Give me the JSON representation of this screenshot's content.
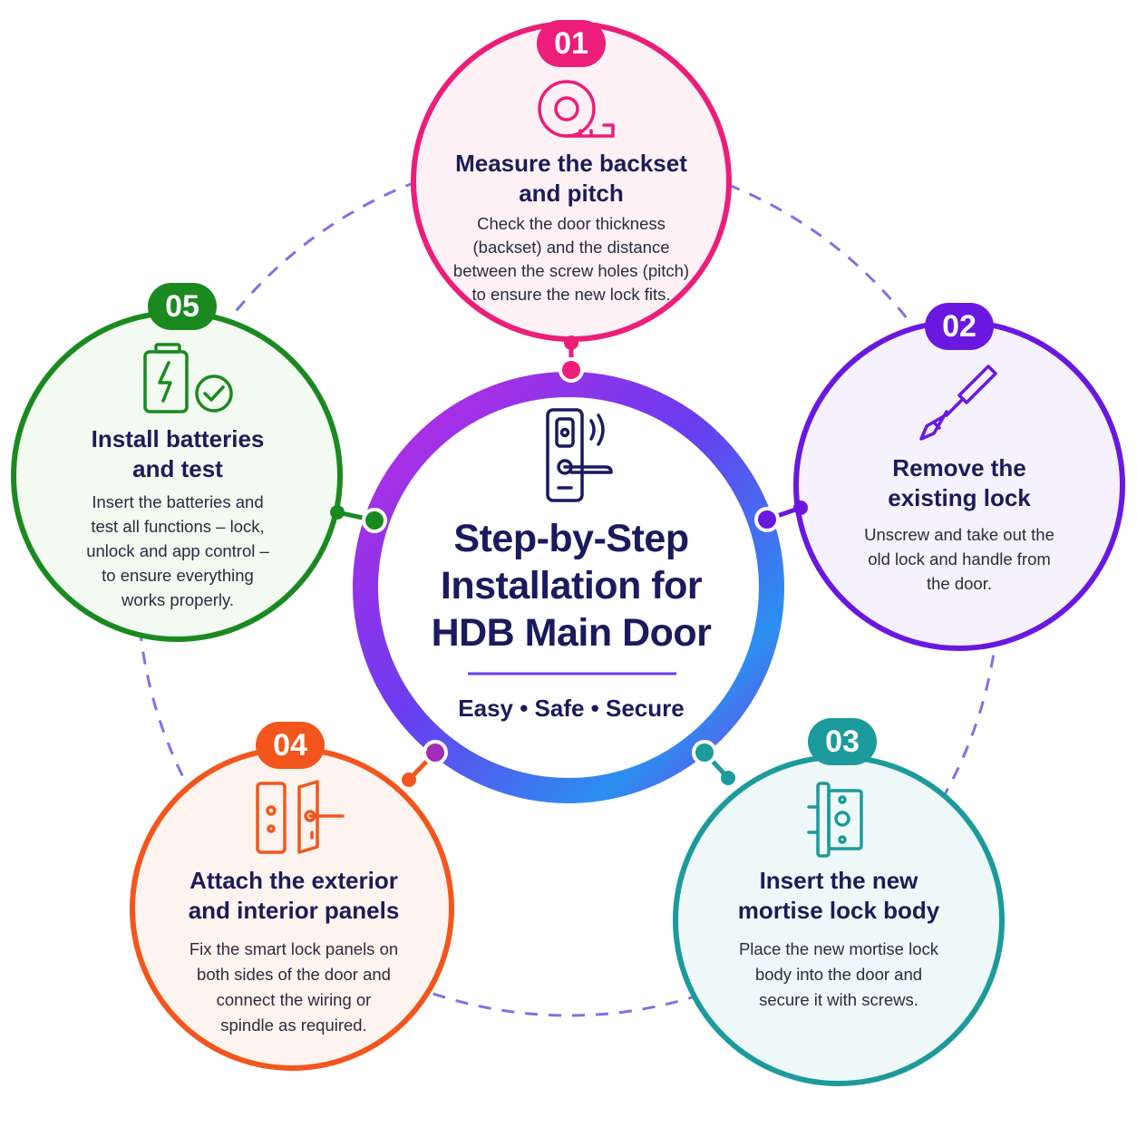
{
  "center": {
    "title_lines": [
      "Step-by-Step",
      "Installation for",
      "HDB Main Door"
    ],
    "tagline": "Easy • Safe • Secure",
    "icon": "smart-lock-icon"
  },
  "steps": [
    {
      "number": "01",
      "title_lines": [
        "Measure the backset",
        "and pitch"
      ],
      "desc_lines": [
        "Check the door thickness",
        "(backset) and the distance",
        "between the screw holes (pitch)",
        "to ensure the new lock fits."
      ],
      "color": "#ec1e79",
      "fill": "#fdf1f6",
      "icon": "measuring-tape-icon"
    },
    {
      "number": "02",
      "title_lines": [
        "Remove the",
        "existing lock"
      ],
      "desc_lines": [
        "Unscrew and take out the",
        "old lock and handle from",
        "the door."
      ],
      "color": "#6a18e0",
      "fill": "#f5f1fd",
      "icon": "screwdriver-icon"
    },
    {
      "number": "03",
      "title_lines": [
        "Insert the new",
        "mortise lock body"
      ],
      "desc_lines": [
        "Place the new mortise lock",
        "body into the door and",
        "secure it with screws."
      ],
      "color": "#1c9a9c",
      "fill": "#eef8f8",
      "icon": "mortise-lock-icon"
    },
    {
      "number": "04",
      "title_lines": [
        "Attach the exterior",
        "and interior panels"
      ],
      "desc_lines": [
        "Fix the smart lock panels on",
        "both sides of the door and",
        "connect the wiring or",
        "spindle as required."
      ],
      "color": "#f2561d",
      "fill": "#fef4ef",
      "icon": "door-panels-icon"
    },
    {
      "number": "05",
      "title_lines": [
        "Install batteries",
        "and test"
      ],
      "desc_lines": [
        "Insert the batteries and",
        "test all functions – lock,",
        "unlock and app control –",
        "to ensure everything",
        "works properly."
      ],
      "color": "#1a8a20",
      "fill": "#f2faf1",
      "icon": "battery-check-icon"
    }
  ]
}
